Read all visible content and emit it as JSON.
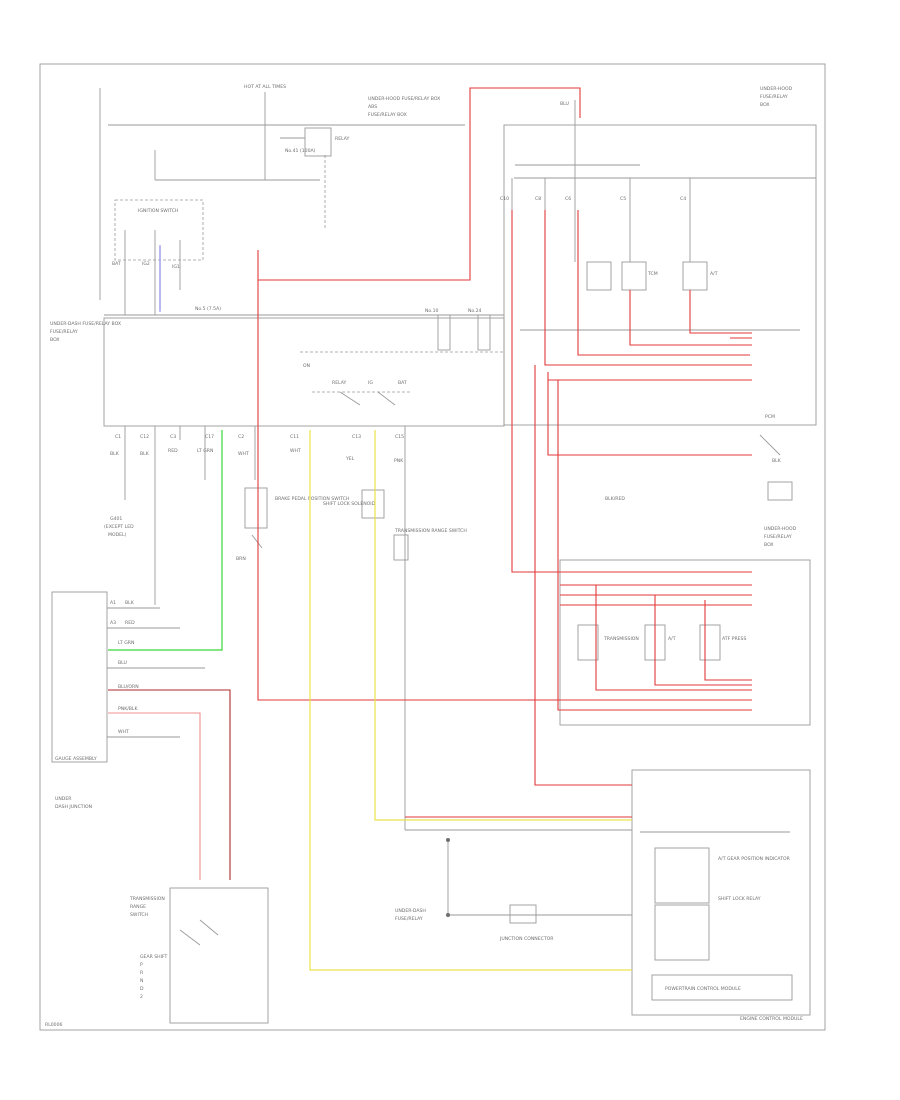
{
  "frame_label": "ENGINE CONTROL MODULE",
  "corner_code": "RL0006",
  "labels": {
    "hot_at_all_times": "HOT AT ALL TIMES",
    "underhood_fuse_box": "UNDER-HOOD FUSE/RELAY BOX",
    "underdash_fuse_box": "UNDER-DASH FUSE/RELAY BOX",
    "ignition_switch": "IGNITION SWITCH",
    "gauge_assembly": "GAUGE ASSEMBLY",
    "shift_lock_solenoid": "SHIFT LOCK SOLENOID",
    "brake_pedal_switch": "BRAKE PEDAL POSITION SWITCH",
    "transmission_range_switch": "TRANSMISSION RANGE SWITCH",
    "a_t_gear_position": "A/T GEAR POSITION INDICATOR",
    "shift_lock_relay": "SHIFT LOCK RELAY",
    "pcm": "POWERTRAIN CONTROL MODULE",
    "junction_connector": "JUNCTION CONNECTOR",
    "ground": "G401"
  }
}
